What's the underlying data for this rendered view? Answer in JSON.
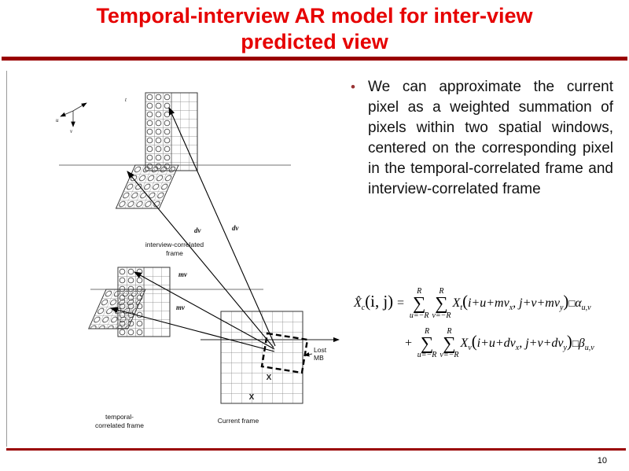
{
  "colors": {
    "title": "#e60000",
    "rule": "#990000",
    "bullet": "#993333"
  },
  "slide": {
    "title_line1": "Temporal-interview AR model for inter-view",
    "title_line2": "predicted view",
    "page_number": "10"
  },
  "bullet": {
    "marker": "•",
    "text": "We can approximate the current pixel as a weighted summation of pixels within two spatial windows, centered on the corresponding pixel in the temporal-correlated frame and interview-correlated frame"
  },
  "diagram": {
    "labels": {
      "axis_t": "t",
      "axis_u": "u",
      "axis_v": "v",
      "dv1": "dv",
      "dv2": "dv",
      "mv1": "mv",
      "mv2": "mv",
      "interview_line1": "interview-correlated",
      "interview_line2": "frame",
      "temporal_line1": "temporal-",
      "temporal_line2": "correlated frame",
      "current_frame": "Current frame",
      "lost_line1": "Lost",
      "lost_line2": "MB",
      "x_mark": "X"
    }
  },
  "formula": {
    "lhs_base": "X̂",
    "lhs_sub": "c",
    "lhs_args": "(i, j)",
    "equals": " = ",
    "sum": "∑",
    "sup_R": "R",
    "sub_u": "u=−R",
    "sub_v": "v=−R",
    "t1_base": "X",
    "t1_sub": "t",
    "paren_open": "(",
    "paren_close": ")",
    "t1_arg1": "i+u+mv",
    "t1_arg1_sub": "x",
    "t1_comma": ", ",
    "t1_arg2": "j+v+mv",
    "t1_arg2_sub": "y",
    "box": "□",
    "t1_coef": "α",
    "t1_coef_sub": "u,v",
    "plus": "+ ",
    "t2_base": "X",
    "t2_sub": "v",
    "t2_arg1": "i+u+dv",
    "t2_arg1_sub": "x",
    "t2_comma": ", ",
    "t2_arg2": "j+v+dv",
    "t2_arg2_sub": "y",
    "t2_coef": "β",
    "t2_coef_sub": "u,v"
  }
}
